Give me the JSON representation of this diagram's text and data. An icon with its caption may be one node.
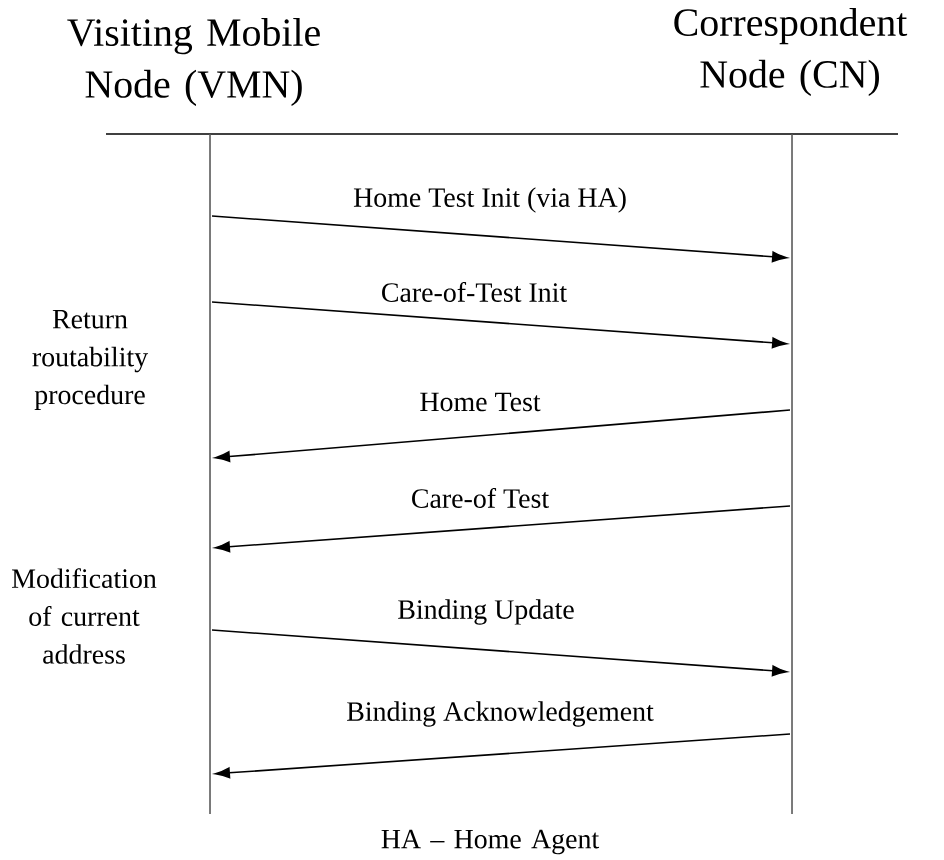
{
  "diagram": {
    "nodes": [
      {
        "text": [
          "Visiting Mobile Node (VMN)"
        ]
      },
      {
        "text": [
          "Correspondent Node (CN)"
        ]
      },
      {
        "text": [],
        "shape": "bar"
      },
      {
        "text": [],
        "shape": "bar"
      }
    ],
    "edges": [
      {
        "from": 2,
        "to": 3,
        "arrow": "to",
        "label": "Home Test Init (via HA)"
      },
      {
        "from": 2,
        "to": 3,
        "arrow": "to",
        "label": "Care-of-Test Init"
      },
      {
        "from": 3,
        "to": 2,
        "arrow": "to",
        "label": "Home Test"
      },
      {
        "from": 3,
        "to": 2,
        "arrow": "to",
        "label": "Care-of Test"
      },
      {
        "from": 2,
        "to": 3,
        "arrow": "to",
        "label": "Binding Update"
      },
      {
        "from": 3,
        "to": 2,
        "arrow": "to",
        "label": "Binding Acknowledgement"
      }
    ],
    "labels": [
      "Return routability procedure",
      "Modification of current address",
      "HA – Home Agent"
    ]
  }
}
